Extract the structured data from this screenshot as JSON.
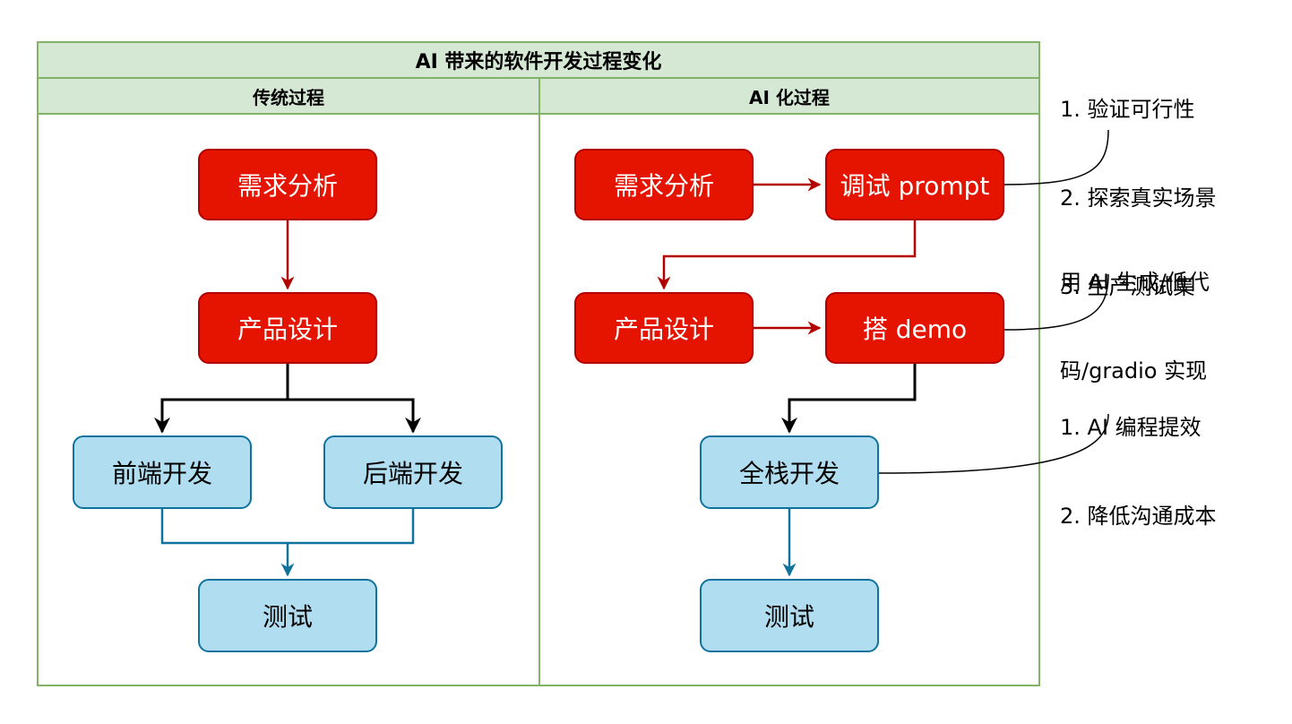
{
  "title": "AI 带来的软件开发过程变化",
  "lanes": {
    "traditional": {
      "header": "传统过程",
      "nodes": {
        "requirements": "需求分析",
        "product_design": "产品设计",
        "frontend": "前端开发",
        "backend": "后端开发",
        "testing": "测试"
      }
    },
    "ai": {
      "header": "AI 化过程",
      "nodes": {
        "requirements": "需求分析",
        "debug_prompt": "调试 prompt",
        "product_design": "产品设计",
        "build_demo": "搭 demo",
        "fullstack": "全栈开发",
        "testing": "测试"
      }
    }
  },
  "annotations": {
    "prompt_note": [
      "1. 验证可行性",
      "2. 探索真实场景",
      "3. 生产测试集"
    ],
    "demo_note": [
      "用 AI 生成/低代",
      "码/gradio 实现"
    ],
    "fullstack_note": [
      "1. AI 编程提效",
      "2. 降低沟通成本"
    ]
  },
  "colors": {
    "swimlane_fill": "#d5e8d4",
    "swimlane_stroke": "#82b366",
    "red_fill": "#e51400",
    "red_stroke": "#b20000",
    "blue_fill": "#b1ddf0",
    "blue_stroke": "#10739e",
    "black_edge": "#000000"
  }
}
